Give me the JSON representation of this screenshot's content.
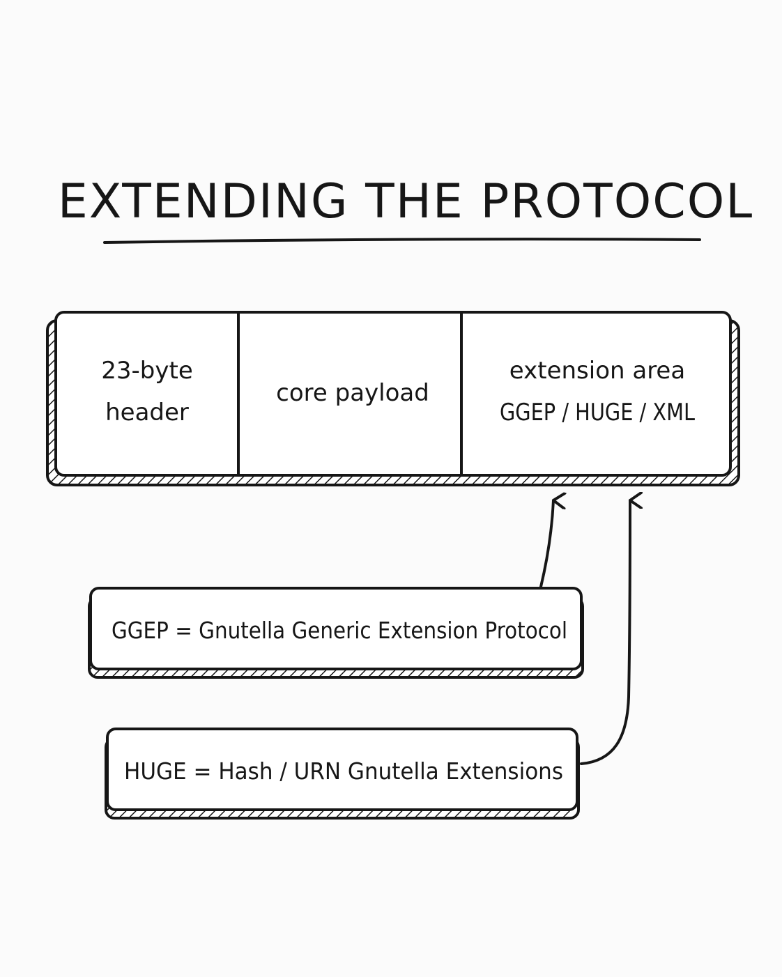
{
  "title": "EXTENDING THE PROTOCOL",
  "packet": {
    "cells": [
      {
        "lines": [
          "23-byte",
          "header"
        ]
      },
      {
        "lines": [
          "core payload"
        ]
      },
      {
        "lines": [
          "extension area",
          "GGEP / HUGE / XML"
        ]
      }
    ]
  },
  "legend": {
    "ggep": "GGEP = Gnutella Generic Extension Protocol",
    "huge": "HUGE = Hash / URN Gnutella Extensions"
  },
  "colors": {
    "ink": "#161616",
    "background": "#fbfbfb",
    "box_fill": "#ffffff"
  }
}
